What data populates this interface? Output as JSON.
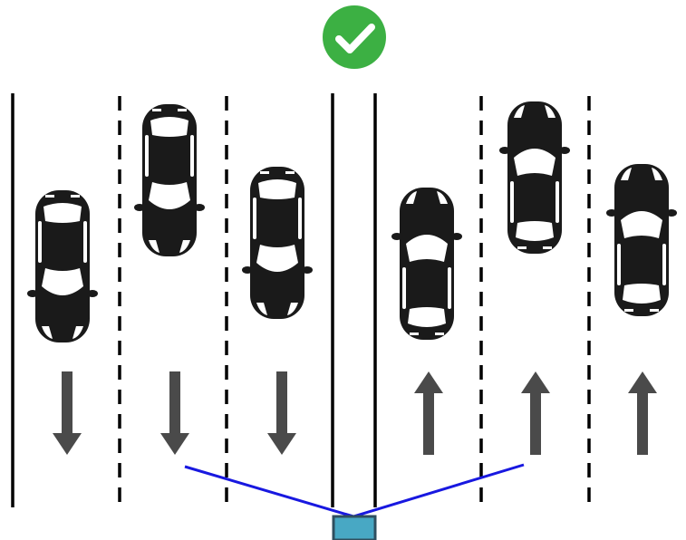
{
  "status": {
    "icon": "checkmark-circle-icon",
    "color": "#3cb043"
  },
  "road": {
    "line_color": "#000000",
    "arrow_color": "#4a4a4a",
    "sensor_color": "#48a8c4",
    "sensor_outline": "#2f4f5f",
    "fov_color": "#1818e0"
  },
  "lanes": [
    {
      "id": "lane-1",
      "direction": "down",
      "car_facing": "down"
    },
    {
      "id": "lane-2",
      "direction": "down",
      "car_facing": "down"
    },
    {
      "id": "lane-3",
      "direction": "down",
      "car_facing": "down"
    },
    {
      "id": "lane-4",
      "direction": "up",
      "car_facing": "up"
    },
    {
      "id": "lane-5",
      "direction": "up",
      "car_facing": "up"
    },
    {
      "id": "lane-6",
      "direction": "up",
      "car_facing": "up"
    }
  ]
}
